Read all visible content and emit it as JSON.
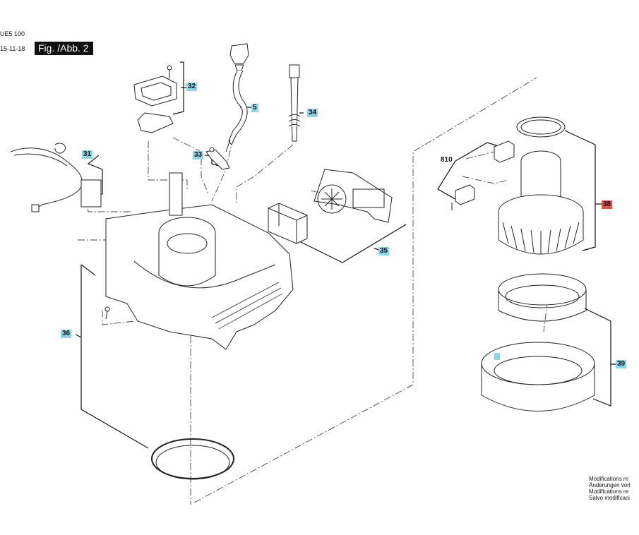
{
  "header": {
    "model": "UE5 100",
    "date": "15-11-18",
    "figure_label": "Fig. /Abb. 2"
  },
  "callouts": {
    "c32": "32",
    "c5": "5",
    "c34": "34",
    "c31": "31",
    "c33": "33",
    "c810": "810",
    "c38": "38",
    "c35": "35",
    "c36": "36",
    "c39": "39"
  },
  "colors": {
    "callout_highlight": "#8fd3e8",
    "callout_alert": "#d9534f",
    "line": "#111111"
  },
  "notes": {
    "line1": "Modifications re",
    "line2": "Änderungen vorl",
    "line3": "Modifications re",
    "line4": "Salvo modificaci"
  }
}
